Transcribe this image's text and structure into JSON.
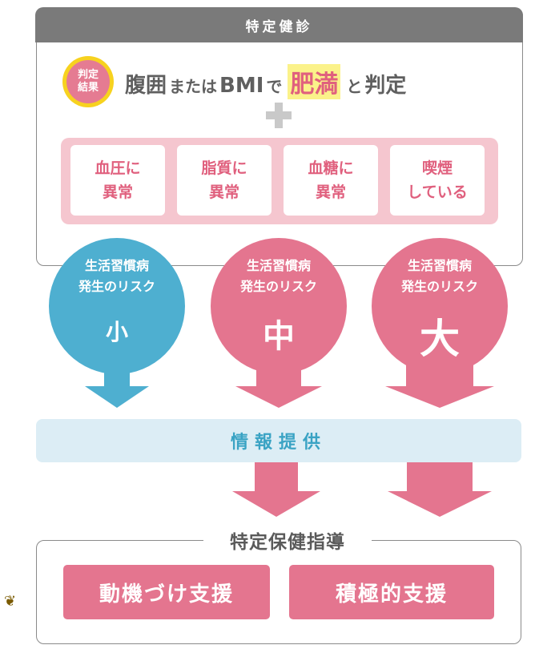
{
  "header": {
    "title": "特定健診"
  },
  "judgement": {
    "badge_line1": "判定",
    "badge_line2": "結果",
    "part1": "腹囲",
    "part2": "または",
    "part3": "BMI",
    "part4": "で",
    "obese": "肥満",
    "part5": "と",
    "part6": "判定"
  },
  "conditions": [
    {
      "line1": "血圧に",
      "line2": "異常"
    },
    {
      "line1": "脂質に",
      "line2": "異常"
    },
    {
      "line1": "血糖に",
      "line2": "異常"
    },
    {
      "line1": "喫煙",
      "line2": "している"
    }
  ],
  "risks": [
    {
      "line1": "生活習慣病",
      "line2": "発生のリスク",
      "level": "小",
      "color": "#4eafd0"
    },
    {
      "line1": "生活習慣病",
      "line2": "発生のリスク",
      "level": "中",
      "color": "#e4758f"
    },
    {
      "line1": "生活習慣病",
      "line2": "発生のリスク",
      "level": "大",
      "color": "#e4758f"
    }
  ],
  "info": {
    "label": "情報提供"
  },
  "guidance": {
    "title": "特定保健指導",
    "motivation": "動機づけ支援",
    "active": "積極的支援"
  },
  "colors": {
    "pink": "#e4758f",
    "blue": "#4eafd0",
    "gray": "#7a7a7a",
    "yellow": "#f7d21f"
  }
}
